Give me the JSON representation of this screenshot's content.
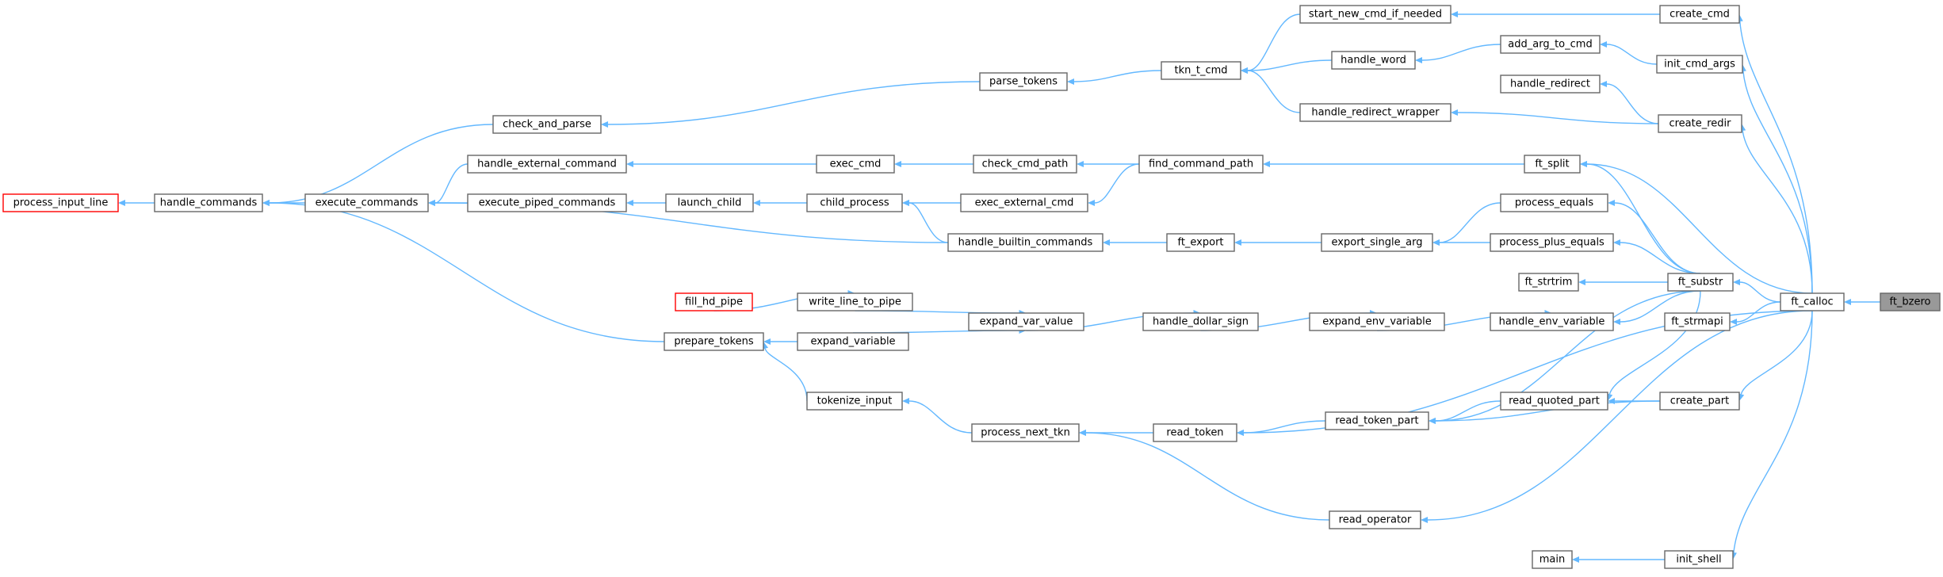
{
  "nodes": {
    "process_input_line": "process_input_line",
    "handle_commands": "handle_commands",
    "check_and_parse": "check_and_parse",
    "handle_external_command": "handle_external_command",
    "execute_commands": "execute_commands",
    "execute_piped_commands": "execute_piped_commands",
    "prepare_tokens": "prepare_tokens",
    "fill_hd_pipe": "fill_hd_pipe",
    "write_line_to_pipe": "write_line_to_pipe",
    "expand_variable": "expand_variable",
    "tokenize_input": "tokenize_input",
    "launch_child": "launch_child",
    "exec_cmd": "exec_cmd",
    "child_process": "child_process",
    "parse_tokens": "parse_tokens",
    "check_cmd_path": "check_cmd_path",
    "exec_external_cmd": "exec_external_cmd",
    "handle_builtin_commands": "handle_builtin_commands",
    "expand_var_value": "expand_var_value",
    "process_next_tkn": "process_next_tkn",
    "tkn_t_cmd": "tkn_t_cmd",
    "find_command_path": "find_command_path",
    "ft_export": "ft_export",
    "handle_dollar_sign": "handle_dollar_sign",
    "read_token": "read_token",
    "start_new_cmd_if_needed": "start_new_cmd_if_needed",
    "handle_word": "handle_word",
    "handle_redirect_wrapper": "handle_redirect_wrapper",
    "export_single_arg": "export_single_arg",
    "expand_env_variable": "expand_env_variable",
    "read_token_part": "read_token_part",
    "read_operator": "read_operator",
    "add_arg_to_cmd": "add_arg_to_cmd",
    "handle_redirect": "handle_redirect",
    "ft_split": "ft_split",
    "process_equals": "process_equals",
    "process_plus_equals": "process_plus_equals",
    "ft_strtrim": "ft_strtrim",
    "handle_env_variable": "handle_env_variable",
    "read_quoted_part": "read_quoted_part",
    "main": "main",
    "create_cmd": "create_cmd",
    "init_cmd_args": "init_cmd_args",
    "create_redir": "create_redir",
    "ft_substr": "ft_substr",
    "ft_strmapi": "ft_strmapi",
    "create_part": "create_part",
    "init_shell": "init_shell",
    "ft_calloc": "ft_calloc",
    "ft_bzero": "ft_bzero"
  },
  "colors": {
    "edge": "#63b8ff",
    "node_border": "#666666",
    "root_border": "#ff0000",
    "target_fill": "#999999"
  }
}
